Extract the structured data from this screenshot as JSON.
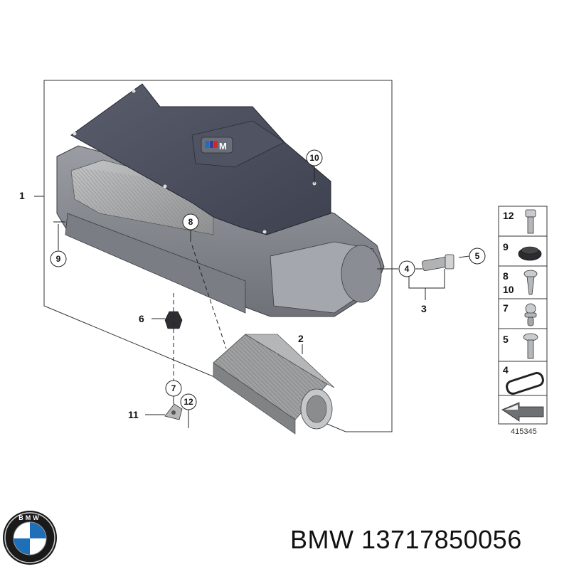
{
  "diagram": {
    "part_labels": {
      "p1": "1",
      "p2": "2",
      "p3": "3",
      "p4": "4",
      "p5": "5",
      "p6": "6",
      "p7": "7",
      "p8": "8",
      "p9": "9",
      "p10": "10",
      "p11": "11",
      "p12": "12"
    },
    "legend": [
      {
        "label": "12",
        "icon": "screw-short-icon"
      },
      {
        "label": "9",
        "icon": "rubber-grommet-icon"
      },
      {
        "label": "8",
        "label2": "10",
        "icon": "self-tapping-screw-icon"
      },
      {
        "label": "7",
        "icon": "expansion-rivet-icon"
      },
      {
        "label": "5",
        "icon": "hex-bolt-icon"
      },
      {
        "label": "4",
        "icon": "gasket-ring-icon"
      },
      {
        "label": "",
        "icon": "arrow-continuation-icon"
      }
    ],
    "diagram_number": "415345",
    "badge_text": "M"
  },
  "footer": {
    "brand_text": "BMW 13717850056",
    "logo_text": "BMW"
  },
  "colors": {
    "cover_dark": "#4a4e5c",
    "housing_grey": "#8e9298",
    "filter_grey": "#a9abac",
    "bmw_blue": "#1e6fb8"
  }
}
